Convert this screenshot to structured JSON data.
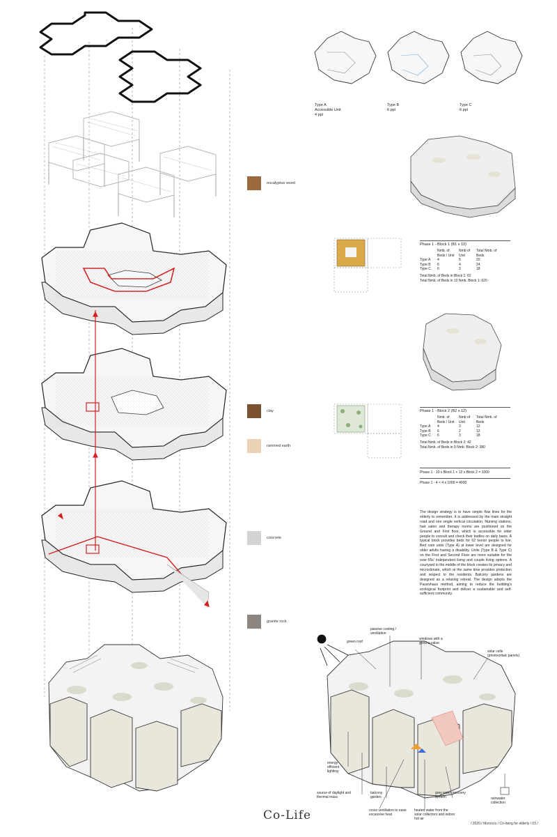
{
  "unit_types": [
    {
      "label": "Type A",
      "sub1": "Accessible Unit",
      "sub2": "4 ppl"
    },
    {
      "label": "Type B",
      "sub1": "6 ppl",
      "sub2": ""
    },
    {
      "label": "Type C",
      "sub1": "6 ppl",
      "sub2": ""
    }
  ],
  "materials": [
    {
      "name": "eucalyptus wood",
      "color": "#9a6a3e"
    },
    {
      "name": "clay",
      "color": "#7b5230"
    },
    {
      "name": "rammed earth",
      "color": "#ecd2b4"
    },
    {
      "name": "concrete",
      "color": "#d3d3d3"
    },
    {
      "name": "granite rock",
      "color": "#8d8680"
    }
  ],
  "block1": {
    "title": "Phase 1 - Block 1 (B1 x 10)",
    "headers": [
      "",
      "Nmb. of Beds / Unit",
      "Nmb of Unit",
      "Total Nmb. of Beds"
    ],
    "rows": [
      [
        "Type A",
        "4",
        "5",
        "20"
      ],
      [
        "Type B",
        "6",
        "4",
        "24"
      ],
      [
        "Type C",
        "6",
        "3",
        "18"
      ]
    ],
    "total1": "Total Nmb. of Beds in Block 1: 62",
    "total2": "Total Nmb. of Beds in 10 Nmb. Block 1: 620"
  },
  "block2": {
    "title": "Phase 1 - Block 2 (B2 x 12)",
    "headers": [
      "",
      "Nmb. of Beds / Unit",
      "Nmb of Unit",
      "Total Nmb. of Beds"
    ],
    "rows": [
      [
        "Type A",
        "4",
        "3",
        "12"
      ],
      [
        "Type B",
        "6",
        "2",
        "12"
      ],
      [
        "Type C",
        "6",
        "3",
        "18"
      ]
    ],
    "total1": "Total Nmb. of Beds in Block 2: 42",
    "total2": "Total Nmb. of Beds in 9 Nmb. Block 2: 380"
  },
  "phase_sum1": "Phase 1 - 10 x Block 1 + 12 x Block 2 = 1000",
  "phase_sum2": "Phase 1 - 4 × 4 x 1000 = 4000",
  "description": "The design strategy is to have simple flow lines for the elderly to remember. It is addressed by the main straight road and one single vertical circulation. Nursing stations, hair salon and therapy rooms are positioned on the Ground and First floor, which is accessible for older people to consult and check their bodies on daily basis. A typical block provides beds for 62 senior people to live. Bed care units (Type A) at lower level are designed for older adults having a disability. Units (Type B & Type C) on the First and Second Floor are more suitable for the over-55s' independent living and couple living options. A courtyard in the middle of the block creates its privacy and microclimate, which at the same time provides protection and respect to the residents. Balcony gardens are designed as a relaxing retreat. The design adopts the Passivhaus method, aiming to reduce the building's ecological footprint and deliver a sustainable and self-sufficient community.",
  "annotations": {
    "passive_cooling": "passive cooling / ventilation",
    "green_roof": "green roof",
    "windows": "windows with a good u-value",
    "solar_cells": "solar cells (photovoltaic panels)",
    "energy_lighting": "energy efficient lighting",
    "daylight": "source of daylight and thermal mass",
    "balcony": "balcony garden",
    "cross_vent": "cross ventilation to ease excessive heat",
    "heated_water": "heated water from the solar collectors and indoor hot air",
    "grey_water": "grey water recovery system",
    "rainwater": "rainwater collection"
  },
  "logo": "Co-Life",
  "footer": "/ 2020 / Morocco / Co-living for elderly / 03 /"
}
